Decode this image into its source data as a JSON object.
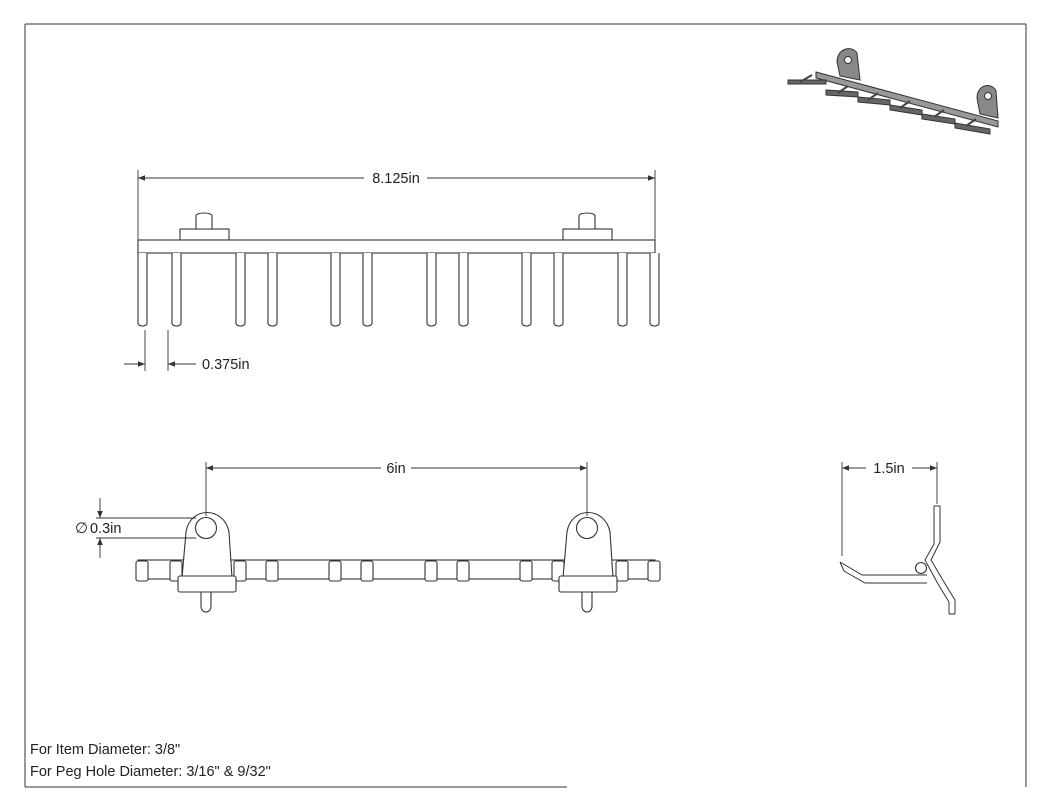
{
  "dimensions": {
    "overall_length": "8.125in",
    "peg_spacing": "0.375in",
    "hole_spacing": "6in",
    "hole_diameter": "0.3in",
    "peg_depth": "1.5in"
  },
  "symbols": {
    "diameter": "∅"
  },
  "notes": {
    "item_diameter": "For Item Diameter: 3/8\"",
    "peg_hole_diameter": "For Peg Hole Diameter: 3/16\" & 9/32\""
  },
  "colors": {
    "line": "#333333",
    "background": "#ffffff"
  }
}
